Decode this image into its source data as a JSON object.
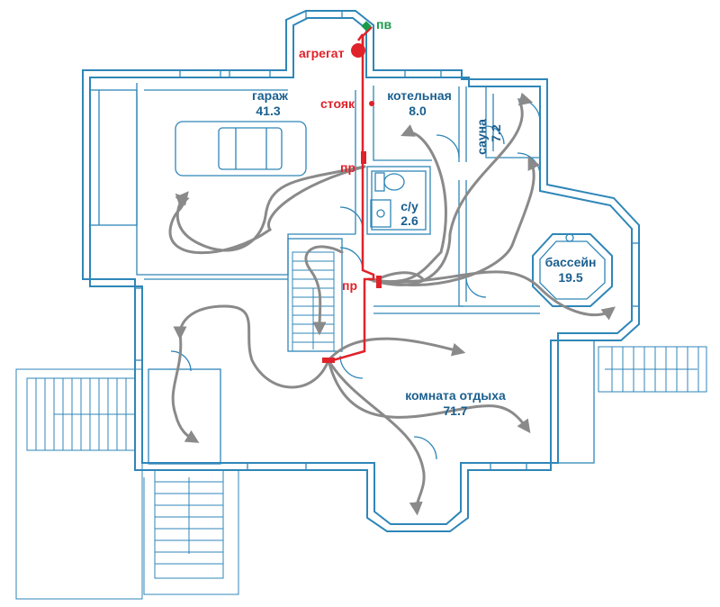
{
  "rooms": {
    "garage": {
      "name": "гараж",
      "area": "41.3"
    },
    "boiler": {
      "name": "котельная",
      "area": "8.0"
    },
    "sauna": {
      "name": "сауна",
      "area": "7.2"
    },
    "wc": {
      "name": "с/у",
      "area": "2.6"
    },
    "pool": {
      "name": "бассейн",
      "area": "19.5"
    },
    "lounge": {
      "name": "комната отдыха",
      "area": "71.7"
    }
  },
  "ventilation": {
    "unit": "агрегат",
    "inlet": "пв",
    "riser": "стояк",
    "vent_a": "пр",
    "vent_b": "пр"
  },
  "colors": {
    "walls": "#2f86b8",
    "duct": "#e0222a",
    "airflow": "#8a8a8a",
    "inlet": "#1a9a4a",
    "labels": "#1a5f8f"
  }
}
